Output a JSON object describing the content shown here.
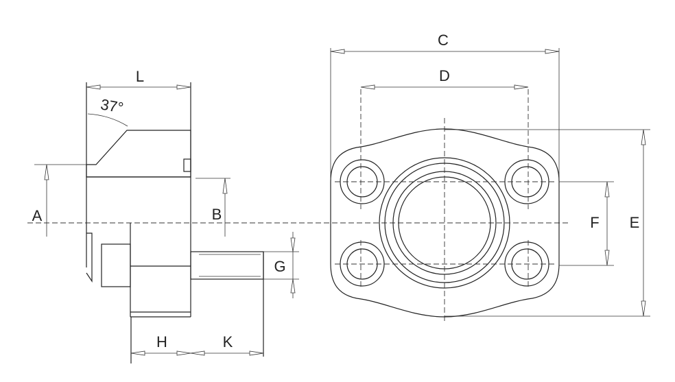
{
  "labels": {
    "L": "L",
    "angle": "37°",
    "A": "A",
    "B": "B",
    "C": "C",
    "D": "D",
    "E": "E",
    "F": "F",
    "G": "G",
    "H": "H",
    "K": "K"
  }
}
